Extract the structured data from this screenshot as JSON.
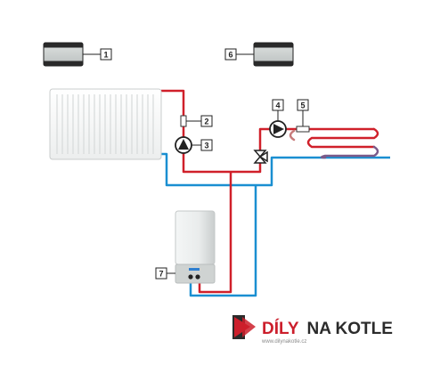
{
  "labels": {
    "l1": "1",
    "l2": "2",
    "l3": "3",
    "l4": "4",
    "l5": "5",
    "l6": "6",
    "l7": "7"
  },
  "brand": {
    "name_part1": "DÍLY",
    "name_part2": "NA",
    "name_part3": "KOTLE",
    "url": "www.dilynakotle.cz",
    "colors": {
      "red": "#cc1f2c",
      "dark": "#2b2b2b"
    }
  },
  "colors": {
    "supply_pipe": "#d0202a",
    "return_pipe": "#1a8fd1",
    "device_body": "#cfd3d2"
  }
}
